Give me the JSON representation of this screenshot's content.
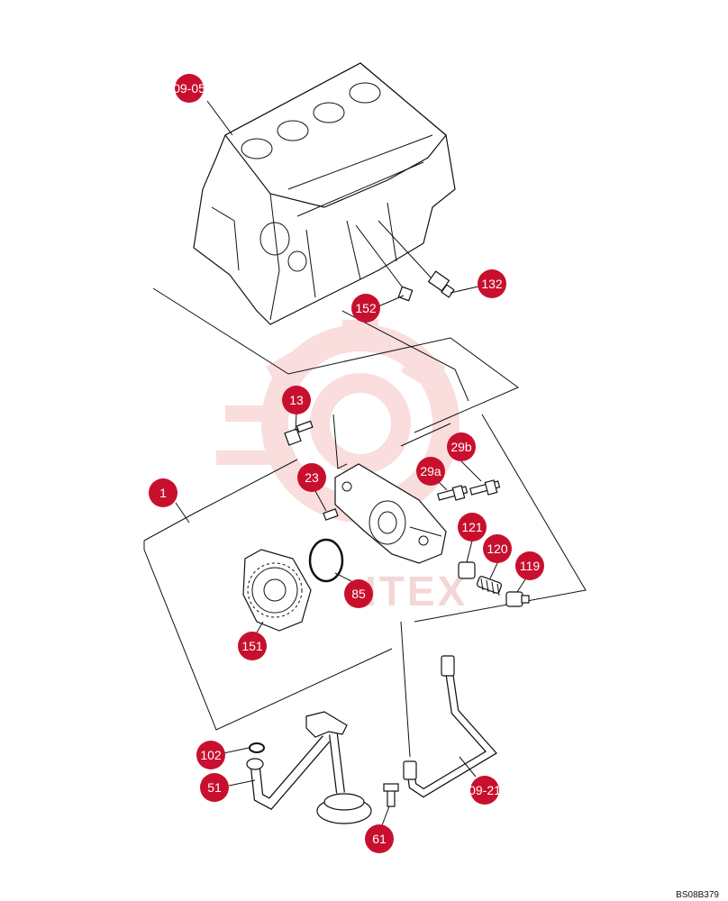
{
  "diagram": {
    "watermark_text": "ITEX",
    "image_code": "BS08B379",
    "accent_color": "#c8102e",
    "callouts": [
      {
        "id": "c-09-05",
        "label": "09-05"
      },
      {
        "id": "c-152",
        "label": "152"
      },
      {
        "id": "c-132",
        "label": "132"
      },
      {
        "id": "c-13",
        "label": "13"
      },
      {
        "id": "c-1",
        "label": "1"
      },
      {
        "id": "c-23",
        "label": "23"
      },
      {
        "id": "c-29a",
        "label": "29a"
      },
      {
        "id": "c-29b",
        "label": "29b"
      },
      {
        "id": "c-121",
        "label": "121"
      },
      {
        "id": "c-120",
        "label": "120"
      },
      {
        "id": "c-119",
        "label": "119"
      },
      {
        "id": "c-85",
        "label": "85"
      },
      {
        "id": "c-151",
        "label": "151"
      },
      {
        "id": "c-102",
        "label": "102"
      },
      {
        "id": "c-51",
        "label": "51"
      },
      {
        "id": "c-61",
        "label": "61"
      },
      {
        "id": "c-09-21",
        "label": "09-21"
      }
    ]
  }
}
